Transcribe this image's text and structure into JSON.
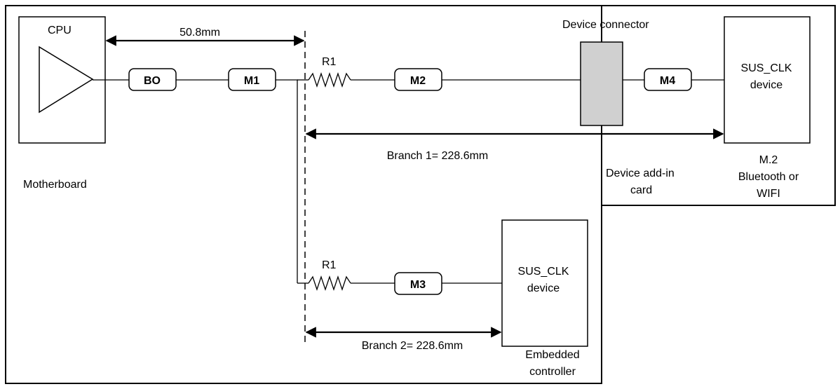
{
  "labels": {
    "cpu": "CPU",
    "motherboard": "Motherboard",
    "device_connector": "Device connector",
    "device_addin_card_line1": "Device add-in",
    "device_addin_card_line2": "card",
    "m2_line1": "M.2",
    "m2_line2": "Bluetooth or",
    "m2_line3": "WIFI",
    "sus_clk_device_top_line1": "SUS_CLK",
    "sus_clk_device_top_line2": "device",
    "sus_clk_device_bottom_line1": "SUS_CLK",
    "sus_clk_device_bottom_line2": "device",
    "embedded_controller_line1": "Embedded",
    "embedded_controller_line2": "controller"
  },
  "segments": {
    "bo": "BO",
    "m1": "M1",
    "m2": "M2",
    "m3": "M3",
    "m4": "M4"
  },
  "resistors": {
    "r1_top": "R1",
    "r1_bottom": "R1"
  },
  "dimensions": {
    "cpu_to_split": "50.8mm",
    "branch1": "Branch 1= 228.6mm",
    "branch2": "Branch 2= 228.6mm"
  },
  "colors": {
    "connector_fill": "#d0d0d0",
    "line": "#000000"
  }
}
